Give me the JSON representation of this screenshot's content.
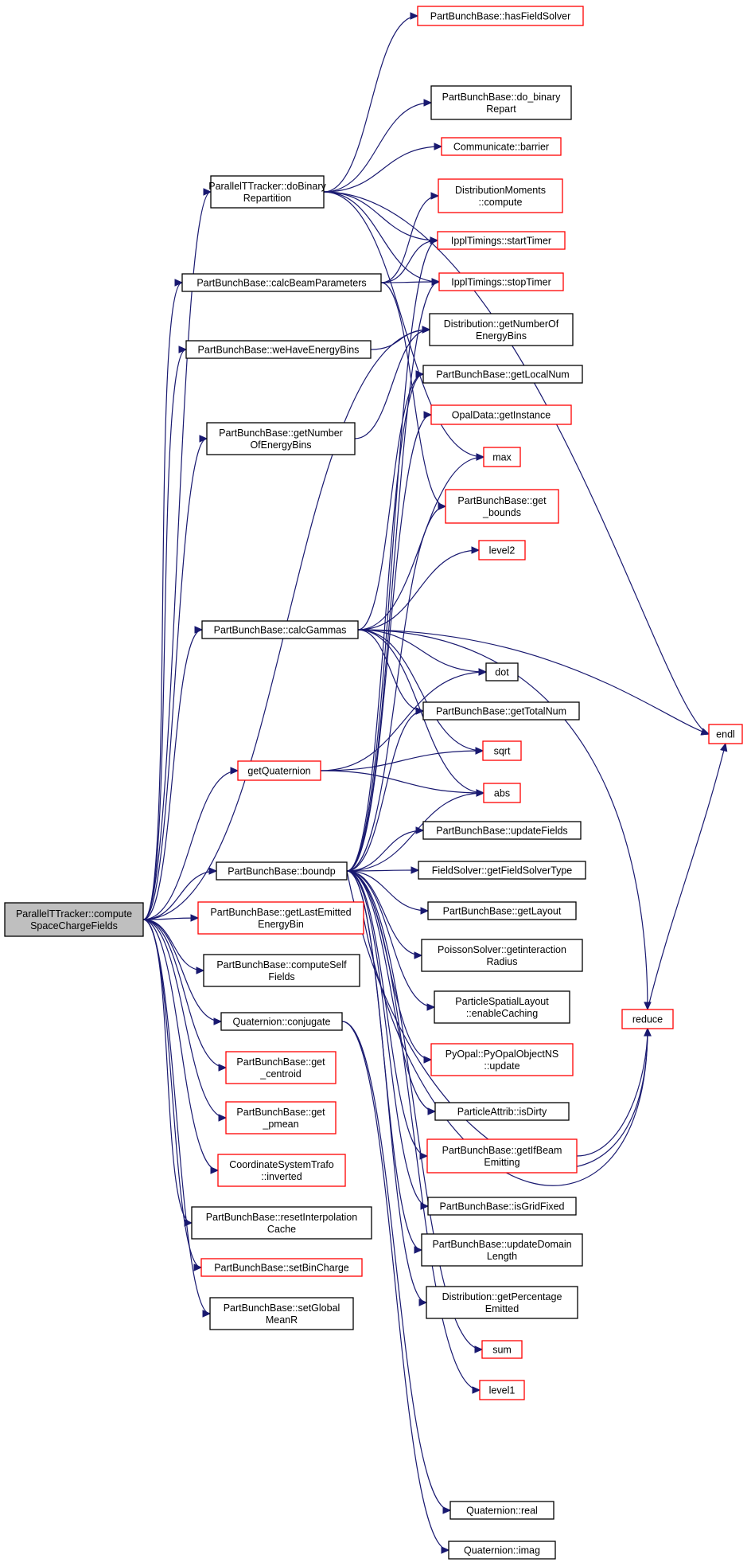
{
  "colors": {
    "edge": "#191970",
    "node_black": "#000000",
    "node_red": "#ff0000",
    "root_fill": "#bfbfbf"
  },
  "nodes": [
    {
      "id": "root",
      "lines": [
        "ParallelTTracker::compute",
        "SpaceChargeFields"
      ],
      "border": "black",
      "fill": "#bfbfbf"
    },
    {
      "id": "doBinary",
      "lines": [
        "ParallelTTracker::doBinary",
        "Repartition"
      ],
      "border": "black"
    },
    {
      "id": "calcBeam",
      "lines": [
        "PartBunchBase::calcBeamParameters"
      ],
      "border": "black"
    },
    {
      "id": "weHave",
      "lines": [
        "PartBunchBase::weHaveEnergyBins"
      ],
      "border": "black"
    },
    {
      "id": "getNumberPB",
      "lines": [
        "PartBunchBase::getNumber",
        "OfEnergyBins"
      ],
      "border": "black"
    },
    {
      "id": "calcGammas",
      "lines": [
        "PartBunchBase::calcGammas"
      ],
      "border": "black"
    },
    {
      "id": "getQuat",
      "lines": [
        "getQuaternion"
      ],
      "border": "red"
    },
    {
      "id": "boundp",
      "lines": [
        "PartBunchBase::boundp"
      ],
      "border": "black"
    },
    {
      "id": "getLastEmitted",
      "lines": [
        "PartBunchBase::getLastEmitted",
        "EnergyBin"
      ],
      "border": "red"
    },
    {
      "id": "computeSelf",
      "lines": [
        "PartBunchBase::computeSelf",
        "Fields"
      ],
      "border": "black"
    },
    {
      "id": "conjugate",
      "lines": [
        "Quaternion::conjugate"
      ],
      "border": "black"
    },
    {
      "id": "getCentroid",
      "lines": [
        "PartBunchBase::get",
        "_centroid"
      ],
      "border": "red"
    },
    {
      "id": "getPmean",
      "lines": [
        "PartBunchBase::get",
        "_pmean"
      ],
      "border": "red"
    },
    {
      "id": "inverted",
      "lines": [
        "CoordinateSystemTrafo",
        "::inverted"
      ],
      "border": "red"
    },
    {
      "id": "resetInterp",
      "lines": [
        "PartBunchBase::resetInterpolation",
        "Cache"
      ],
      "border": "black"
    },
    {
      "id": "setBinCharge",
      "lines": [
        "PartBunchBase::setBinCharge"
      ],
      "border": "red"
    },
    {
      "id": "setGlobal",
      "lines": [
        "PartBunchBase::setGlobal",
        "MeanR"
      ],
      "border": "black"
    },
    {
      "id": "hasFieldSolver",
      "lines": [
        "PartBunchBase::hasFieldSolver"
      ],
      "border": "red"
    },
    {
      "id": "doBinaryRepart",
      "lines": [
        "PartBunchBase::do_binary",
        "Repart"
      ],
      "border": "black"
    },
    {
      "id": "barrier",
      "lines": [
        "Communicate::barrier"
      ],
      "border": "red"
    },
    {
      "id": "distMoments",
      "lines": [
        "DistributionMoments",
        "::compute"
      ],
      "border": "red"
    },
    {
      "id": "startTimer",
      "lines": [
        "IpplTimings::startTimer"
      ],
      "border": "red"
    },
    {
      "id": "stopTimer",
      "lines": [
        "IpplTimings::stopTimer"
      ],
      "border": "red"
    },
    {
      "id": "distNumber",
      "lines": [
        "Distribution::getNumberOf",
        "EnergyBins"
      ],
      "border": "black"
    },
    {
      "id": "getLocalNum",
      "lines": [
        "PartBunchBase::getLocalNum"
      ],
      "border": "black"
    },
    {
      "id": "opalData",
      "lines": [
        "OpalData::getInstance"
      ],
      "border": "red"
    },
    {
      "id": "max",
      "lines": [
        "max"
      ],
      "border": "red"
    },
    {
      "id": "getBounds",
      "lines": [
        "PartBunchBase::get",
        "_bounds"
      ],
      "border": "red"
    },
    {
      "id": "level2",
      "lines": [
        "level2"
      ],
      "border": "red"
    },
    {
      "id": "dot",
      "lines": [
        "dot"
      ],
      "border": "black"
    },
    {
      "id": "getTotalNum",
      "lines": [
        "PartBunchBase::getTotalNum"
      ],
      "border": "black"
    },
    {
      "id": "sqrt",
      "lines": [
        "sqrt"
      ],
      "border": "red"
    },
    {
      "id": "abs",
      "lines": [
        "abs"
      ],
      "border": "red"
    },
    {
      "id": "updateFields",
      "lines": [
        "PartBunchBase::updateFields"
      ],
      "border": "black"
    },
    {
      "id": "fieldSolverType",
      "lines": [
        "FieldSolver::getFieldSolverType"
      ],
      "border": "black"
    },
    {
      "id": "getLayout",
      "lines": [
        "PartBunchBase::getLayout"
      ],
      "border": "black"
    },
    {
      "id": "poisson",
      "lines": [
        "PoissonSolver::getinteraction",
        "Radius"
      ],
      "border": "black"
    },
    {
      "id": "spatial",
      "lines": [
        "ParticleSpatialLayout",
        "::enableCaching"
      ],
      "border": "black"
    },
    {
      "id": "pyopal",
      "lines": [
        "PyOpal::PyOpalObjectNS",
        "::update"
      ],
      "border": "red"
    },
    {
      "id": "isDirty",
      "lines": [
        "ParticleAttrib::isDirty"
      ],
      "border": "black"
    },
    {
      "id": "ifBeam",
      "lines": [
        "PartBunchBase::getIfBeam",
        "Emitting"
      ],
      "border": "red"
    },
    {
      "id": "gridFixed",
      "lines": [
        "PartBunchBase::isGridFixed"
      ],
      "border": "black"
    },
    {
      "id": "updateDomain",
      "lines": [
        "PartBunchBase::updateDomain",
        "Length"
      ],
      "border": "black"
    },
    {
      "id": "percentage",
      "lines": [
        "Distribution::getPercentage",
        "Emitted"
      ],
      "border": "black"
    },
    {
      "id": "sum",
      "lines": [
        "sum"
      ],
      "border": "red"
    },
    {
      "id": "level1",
      "lines": [
        "level1"
      ],
      "border": "red"
    },
    {
      "id": "qreal",
      "lines": [
        "Quaternion::real"
      ],
      "border": "black"
    },
    {
      "id": "qimag",
      "lines": [
        "Quaternion::imag"
      ],
      "border": "black"
    },
    {
      "id": "endl",
      "lines": [
        "endl"
      ],
      "border": "red"
    },
    {
      "id": "reduce",
      "lines": [
        "reduce"
      ],
      "border": "red"
    }
  ],
  "edges": [
    [
      "root",
      "doBinary"
    ],
    [
      "root",
      "calcBeam"
    ],
    [
      "root",
      "weHave"
    ],
    [
      "root",
      "getNumberPB"
    ],
    [
      "root",
      "calcGammas"
    ],
    [
      "root",
      "getQuat"
    ],
    [
      "root",
      "boundp"
    ],
    [
      "root",
      "getLastEmitted"
    ],
    [
      "root",
      "computeSelf"
    ],
    [
      "root",
      "conjugate"
    ],
    [
      "root",
      "getCentroid"
    ],
    [
      "root",
      "getPmean"
    ],
    [
      "root",
      "inverted"
    ],
    [
      "root",
      "resetInterp"
    ],
    [
      "root",
      "setBinCharge"
    ],
    [
      "root",
      "setGlobal"
    ],
    [
      "root",
      "distNumber"
    ],
    [
      "doBinary",
      "hasFieldSolver"
    ],
    [
      "doBinary",
      "doBinaryRepart"
    ],
    [
      "doBinary",
      "barrier"
    ],
    [
      "doBinary",
      "startTimer"
    ],
    [
      "doBinary",
      "stopTimer"
    ],
    [
      "doBinary",
      "endl"
    ],
    [
      "doBinary",
      "max"
    ],
    [
      "calcBeam",
      "distMoments"
    ],
    [
      "calcBeam",
      "startTimer"
    ],
    [
      "calcBeam",
      "stopTimer"
    ],
    [
      "calcBeam",
      "getBounds"
    ],
    [
      "weHave",
      "distNumber"
    ],
    [
      "getNumberPB",
      "distNumber"
    ],
    [
      "calcGammas",
      "getLocalNum"
    ],
    [
      "calcGammas",
      "max"
    ],
    [
      "calcGammas",
      "level2"
    ],
    [
      "calcGammas",
      "dot"
    ],
    [
      "calcGammas",
      "getTotalNum"
    ],
    [
      "calcGammas",
      "sqrt"
    ],
    [
      "calcGammas",
      "abs"
    ],
    [
      "calcGammas",
      "endl"
    ],
    [
      "calcGammas",
      "reduce"
    ],
    [
      "getQuat",
      "dot"
    ],
    [
      "getQuat",
      "sqrt"
    ],
    [
      "getQuat",
      "abs"
    ],
    [
      "boundp",
      "startTimer"
    ],
    [
      "boundp",
      "stopTimer"
    ],
    [
      "boundp",
      "getLocalNum"
    ],
    [
      "boundp",
      "opalData"
    ],
    [
      "boundp",
      "getBounds"
    ],
    [
      "boundp",
      "getTotalNum"
    ],
    [
      "boundp",
      "abs"
    ],
    [
      "boundp",
      "updateFields"
    ],
    [
      "boundp",
      "fieldSolverType"
    ],
    [
      "boundp",
      "getLayout"
    ],
    [
      "boundp",
      "poisson"
    ],
    [
      "boundp",
      "spatial"
    ],
    [
      "boundp",
      "pyopal"
    ],
    [
      "boundp",
      "isDirty"
    ],
    [
      "boundp",
      "ifBeam"
    ],
    [
      "boundp",
      "gridFixed"
    ],
    [
      "boundp",
      "updateDomain"
    ],
    [
      "boundp",
      "percentage"
    ],
    [
      "boundp",
      "sum"
    ],
    [
      "boundp",
      "level1"
    ],
    [
      "boundp",
      "reduce"
    ],
    [
      "getLastEmitted",
      "reduce"
    ],
    [
      "conjugate",
      "qreal"
    ],
    [
      "conjugate",
      "qimag"
    ],
    [
      "ifBeam",
      "reduce"
    ],
    [
      "reduce",
      "endl"
    ]
  ]
}
